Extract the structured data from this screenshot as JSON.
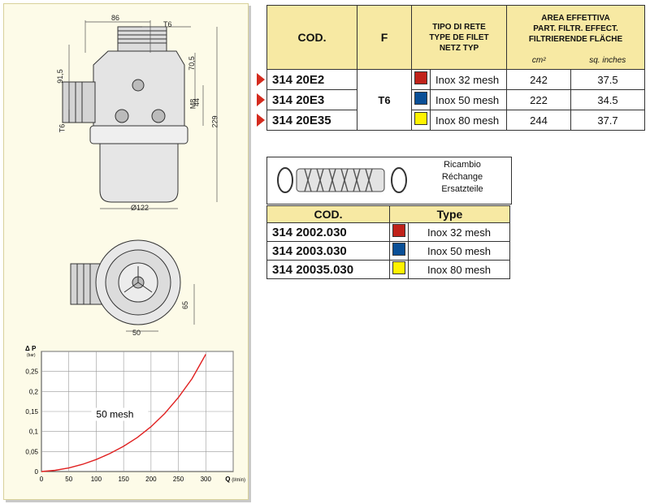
{
  "drawing": {
    "dims": {
      "d86": "86",
      "t6_top": "T6",
      "d91_5": "91,5",
      "d70_5": "70,5",
      "m8": "M8",
      "d44": "44",
      "d229": "229",
      "t6_side": "T6",
      "d122": "Ø122",
      "d65": "65",
      "d50": "50"
    }
  },
  "chart_data": {
    "type": "line",
    "title": "",
    "ylabel_main": "Δ P",
    "ylabel_unit": "(bar)",
    "xlabel_main": "Q",
    "xlabel_unit": "(l/min)",
    "x_ticks": [
      "0",
      "50",
      "100",
      "150",
      "200",
      "250",
      "300"
    ],
    "y_ticks": [
      "0",
      "0,05",
      "0,1",
      "0,15",
      "0,2",
      "0,25"
    ],
    "xlim": [
      0,
      350
    ],
    "ylim": [
      0,
      0.3
    ],
    "grid": true,
    "series": [
      {
        "name": "50 mesh",
        "color": "#e02020",
        "x": [
          0,
          25,
          50,
          75,
          100,
          125,
          150,
          175,
          200,
          225,
          250,
          275,
          300
        ],
        "y": [
          0,
          0.003,
          0.009,
          0.018,
          0.03,
          0.045,
          0.063,
          0.085,
          0.112,
          0.145,
          0.185,
          0.232,
          0.293
        ]
      }
    ]
  },
  "main_table": {
    "col_cod": "COD.",
    "col_f": "F",
    "col_tipo": [
      "TIPO DI RETE",
      "TYPE DE FILET",
      "NETZ TYP"
    ],
    "col_area": [
      "AREA EFFETTIVA",
      "PART. FILTR. EFFECT.",
      "FILTRIERENDE FLÄCHE"
    ],
    "unit_cm": "cm²",
    "unit_sq": "sq. inches",
    "f_value": "T6",
    "rows": [
      {
        "code": "314 20E2",
        "color": "#c0221a",
        "mesh": "Inox 32 mesh",
        "cm2": "242",
        "sq": "37.5"
      },
      {
        "code": "314 20E3",
        "color": "#0a4f96",
        "mesh": "Inox 50 mesh",
        "cm2": "222",
        "sq": "34.5"
      },
      {
        "code": "314 20E35",
        "color": "#fff200",
        "mesh": "Inox 80 mesh",
        "cm2": "244",
        "sq": "37.7"
      }
    ]
  },
  "spare": {
    "labels": [
      "Ricambio",
      "Réchange",
      "Ersatzteile"
    ],
    "col_cod": "COD.",
    "col_type": "Type",
    "rows": [
      {
        "code": "314 2002.030",
        "color": "#c0221a",
        "mesh": "Inox 32 mesh"
      },
      {
        "code": "314 2003.030",
        "color": "#0a4f96",
        "mesh": "Inox 50 mesh"
      },
      {
        "code": "314 20035.030",
        "color": "#fff200",
        "mesh": "Inox 80 mesh"
      }
    ]
  }
}
